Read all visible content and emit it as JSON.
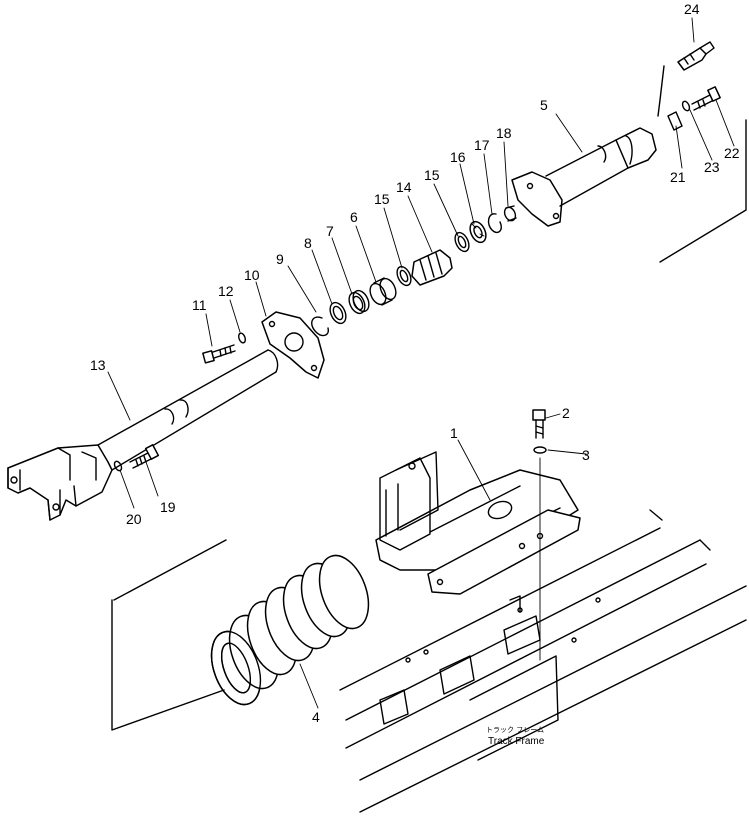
{
  "callouts": {
    "c1": "1",
    "c2": "2",
    "c3": "3",
    "c4": "4",
    "c5": "5",
    "c6": "6",
    "c7": "7",
    "c8": "8",
    "c9": "9",
    "c10": "10",
    "c11": "11",
    "c12": "12",
    "c13": "13",
    "c14": "14",
    "c15a": "15",
    "c15b": "15",
    "c16": "16",
    "c17": "17",
    "c18": "18",
    "c19": "19",
    "c20": "20",
    "c21": "21",
    "c22": "22",
    "c23": "23",
    "c24": "24"
  },
  "labels": {
    "track_frame_jp": "トラック フレーム",
    "track_frame_en": "Track Frame"
  }
}
